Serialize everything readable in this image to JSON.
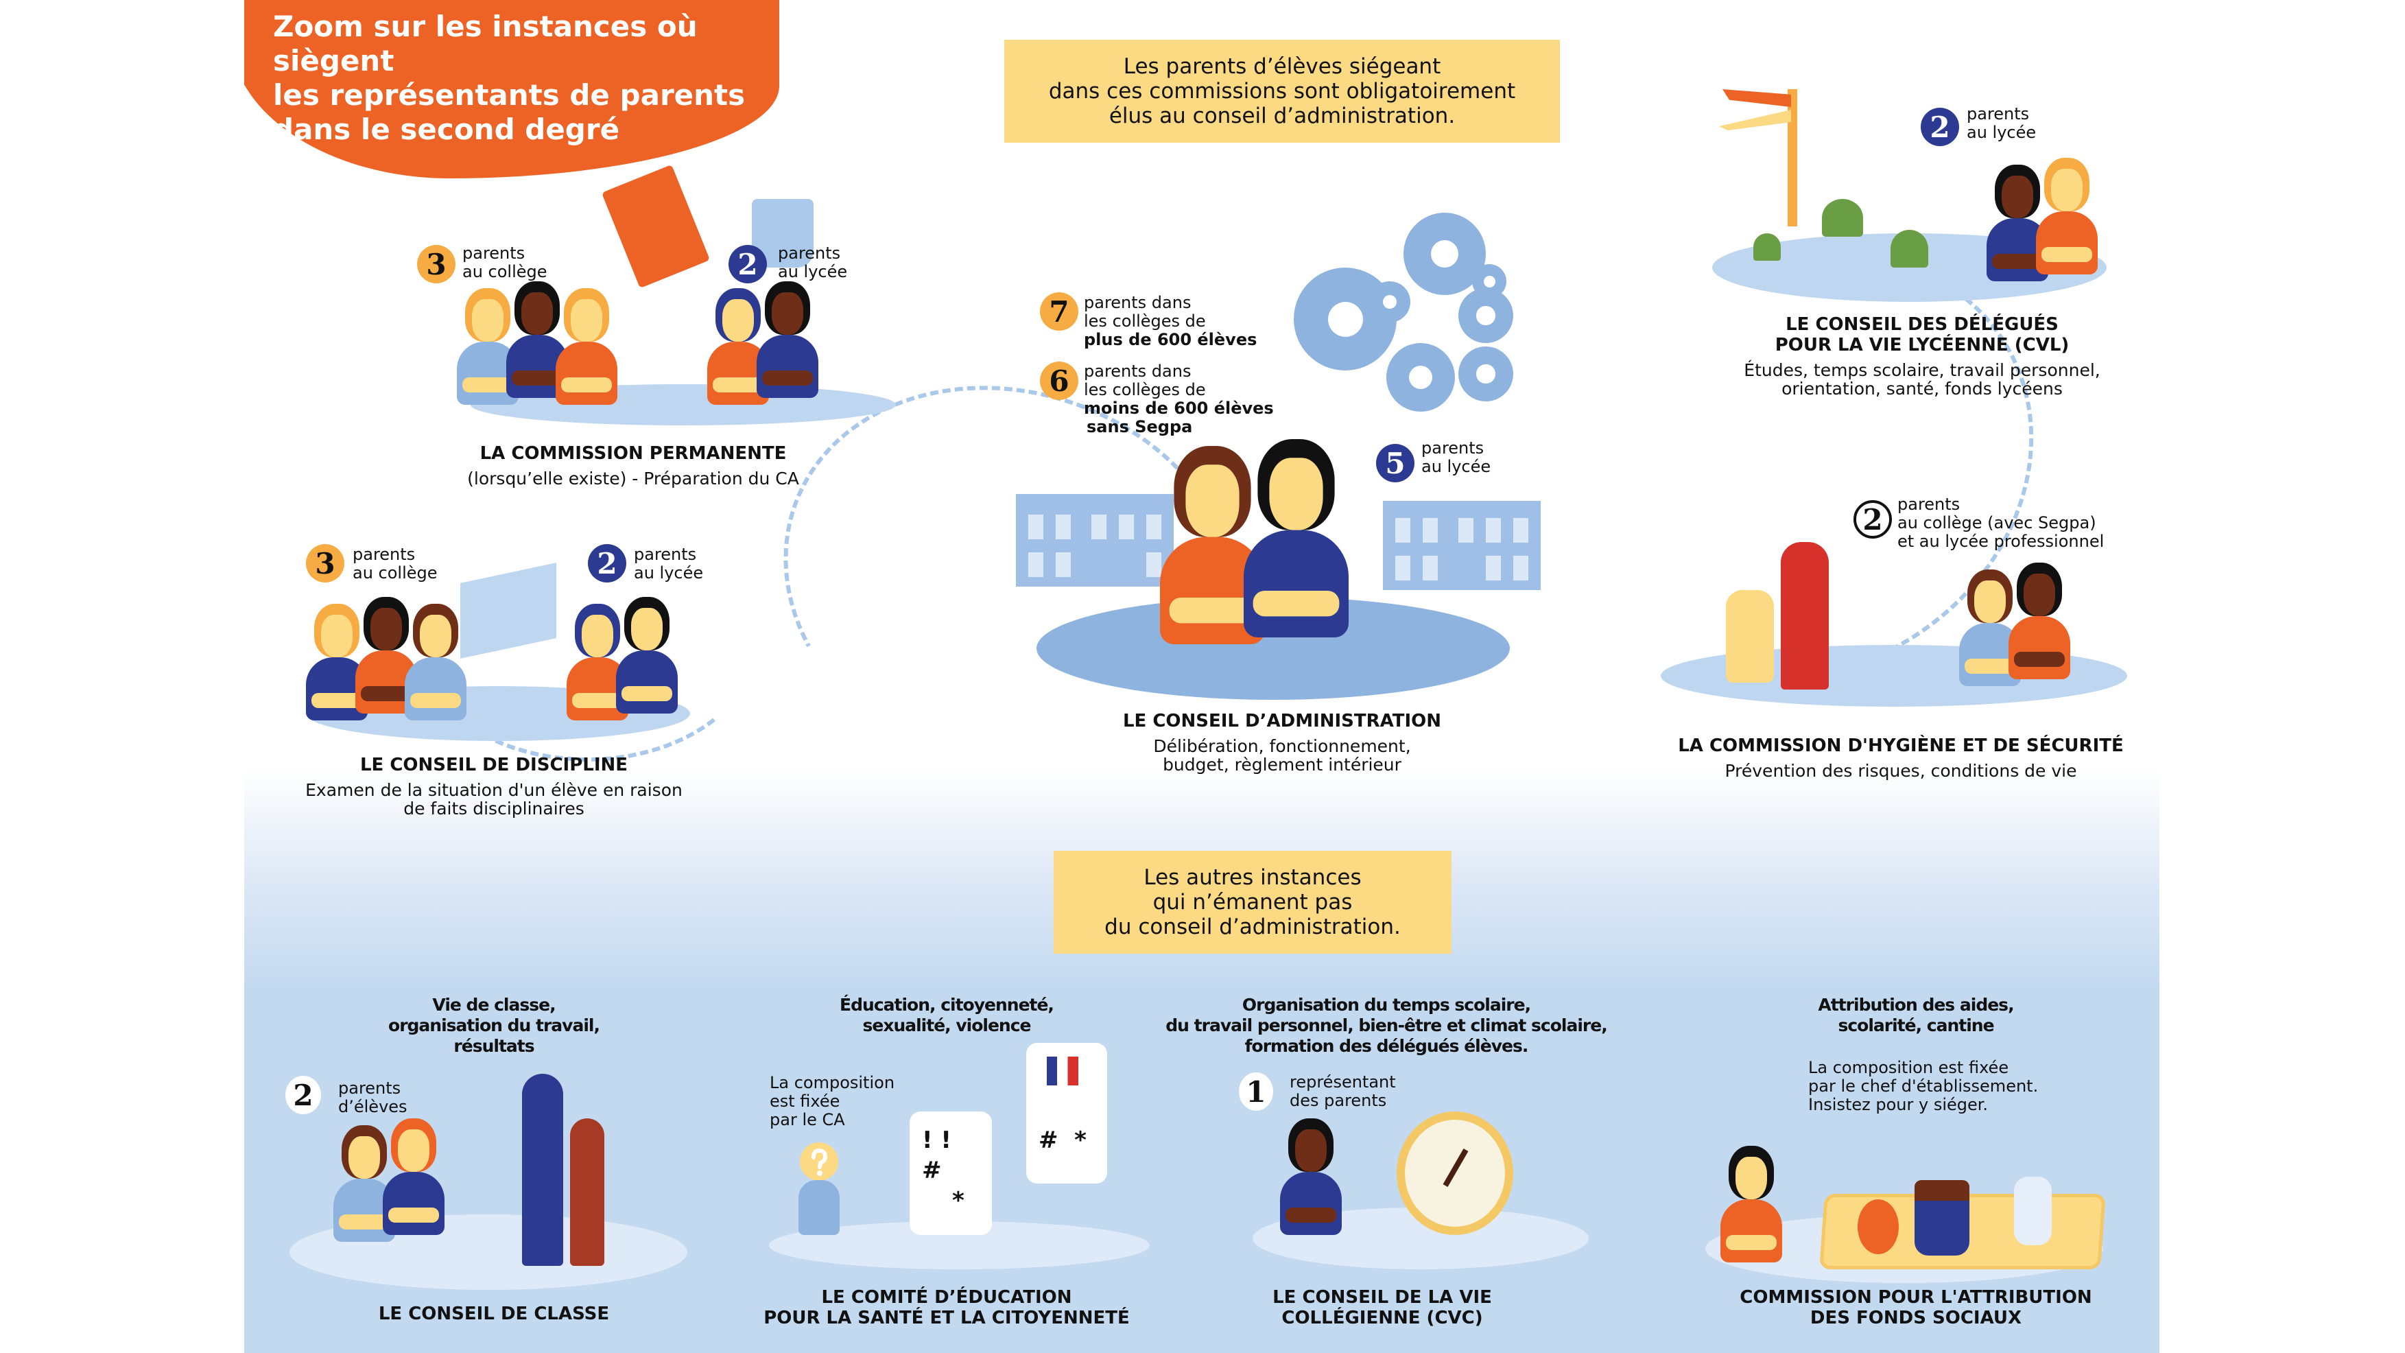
{
  "header": {
    "title_lines": [
      "Zoom sur les instances où siègent",
      "les représentants de parents",
      "dans le second degré"
    ]
  },
  "intro_box": {
    "lines": [
      "Les parents d’élèves siégeant",
      "dans ces commissions sont obligatoirement",
      "élus au conseil d’administration."
    ]
  },
  "commission_permanente": {
    "badges": [
      {
        "number": "3",
        "line1": "parents",
        "line2": "au collège"
      },
      {
        "number": "2",
        "line1": "parents",
        "line2": "au lycée"
      }
    ],
    "title": "LA COMMISSION PERMANENTE",
    "description": "(lorsqu’elle existe) - Préparation du CA"
  },
  "conseil_discipline": {
    "badges": [
      {
        "number": "3",
        "line1": "parents",
        "line2": "au collège"
      },
      {
        "number": "2",
        "line1": "parents",
        "line2": "au lycée"
      }
    ],
    "title": "LE CONSEIL DE DISCIPLINE",
    "description_lines": [
      "Examen de la situation d'un élève en raison",
      "de faits disciplinaires"
    ]
  },
  "conseil_administration": {
    "badges": [
      {
        "number": "7",
        "line1": "parents dans",
        "line2": "les collèges de",
        "bold": "plus de 600 élèves"
      },
      {
        "number": "6",
        "line1": "parents dans",
        "line2": "les collèges de",
        "bold": "moins de 600 élèves",
        "bold2": "sans Segpa"
      },
      {
        "number": "5",
        "line1": "parents",
        "line2": "au lycée"
      }
    ],
    "title": "LE CONSEIL D’ADMINISTRATION",
    "description_lines": [
      "Délibération, fonctionnement,",
      "budget, règlement intérieur"
    ]
  },
  "cvl": {
    "badge": {
      "number": "2",
      "line1": "parents",
      "line2": "au lycée"
    },
    "title_lines": [
      "LE CONSEIL DES DÉLÉGUÉS",
      "POUR LA VIE LYCÉENNE (CVL)"
    ],
    "description_lines": [
      "Études, temps scolaire, travail personnel,",
      "orientation, santé, fonds lycéens"
    ]
  },
  "hygiene": {
    "badge": {
      "number": "2",
      "line1": "parents",
      "line2": "au collège (avec Segpa)",
      "line3": "et au lycée professionnel"
    },
    "title": "LA COMMISSION D'HYGIÈNE ET DE SÉCURITÉ",
    "description": "Prévention des risques, conditions de vie"
  },
  "others_box": {
    "lines": [
      "Les autres instances",
      "qui n’émanent pas",
      "du conseil d’administration."
    ]
  },
  "bottom": [
    {
      "topic_lines": [
        "Vie de classe,",
        "organisation du travail,",
        "résultats"
      ],
      "badge": {
        "number": "2",
        "line1": "parents",
        "line2": "d’élèves"
      },
      "title_lines": [
        "LE CONSEIL DE CLASSE"
      ]
    },
    {
      "topic_lines": [
        "Éducation, citoyenneté,",
        "sexualité, violence"
      ],
      "note_lines": [
        "La composition",
        "est fixée",
        "par le CA"
      ],
      "bubble_symbols": [
        "! !",
        "#",
        "*",
        "#  *"
      ],
      "title_lines": [
        "LE COMITÉ D’ÉDUCATION",
        "POUR LA SANTÉ ET LA CITOYENNETÉ"
      ]
    },
    {
      "topic_lines": [
        "Organisation du temps scolaire,",
        "du travail personnel, bien-être et climat scolaire,",
        "formation des délégués élèves."
      ],
      "badge": {
        "number": "1",
        "line1": "représentant",
        "line2": "des parents"
      },
      "title_lines": [
        "LE CONSEIL DE LA VIE",
        "COLLÉGIENNE (CVC)"
      ]
    },
    {
      "topic_lines": [
        "Attribution des aides,",
        "scolarité, cantine"
      ],
      "note_lines": [
        "La composition est fixée",
        "par le chef d'établissement.",
        "Insistez pour y siéger."
      ],
      "title_lines": [
        "COMMISSION POUR L'ATTRIBUTION",
        "DES FONDS SOCIAUX"
      ]
    }
  ],
  "colors": {
    "orange": "#ec6325",
    "yellow": "#fcd983",
    "navy": "#2c3a92",
    "badge_orange": "#f6ac42",
    "light_blue": "#c3d9f0"
  }
}
